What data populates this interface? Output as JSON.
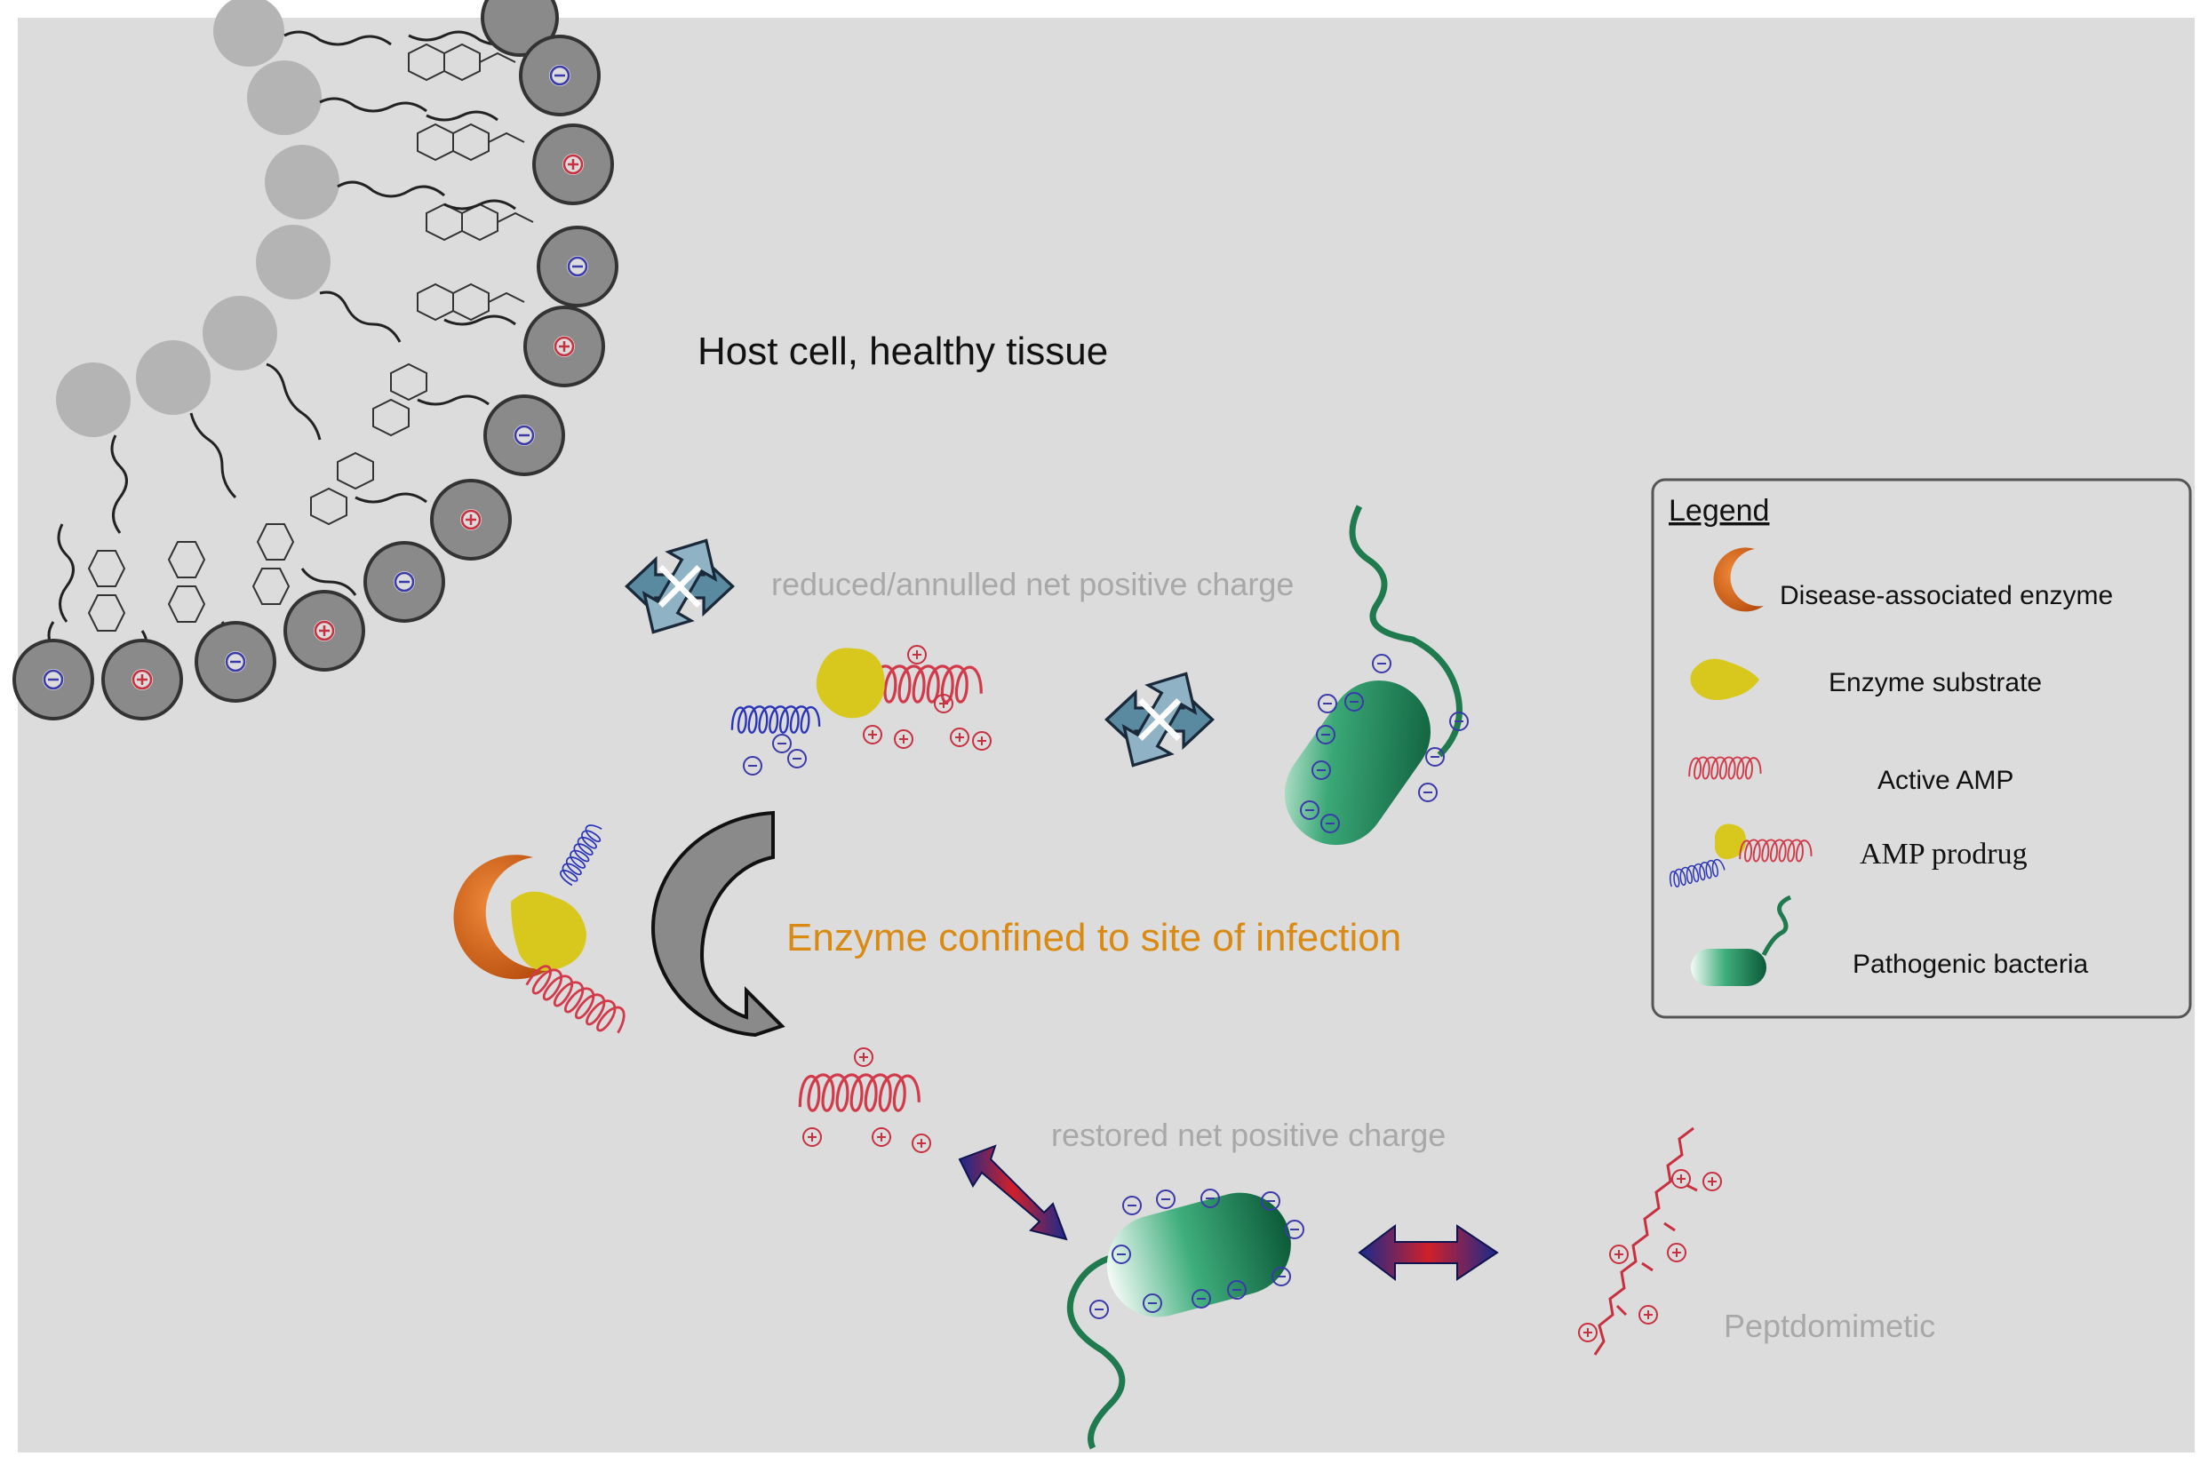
{
  "labels": {
    "host_cell": "Host cell, healthy tissue",
    "reduced_charge": "reduced/annulled net positive charge",
    "enzyme_confined": "Enzyme confined to site of infection",
    "restored_charge": "restored net positive charge",
    "peptidomimetic": "Peptdomimetic"
  },
  "legend": {
    "title": "Legend",
    "items": [
      {
        "label": "Disease-associated enzyme",
        "icon": "enzyme-icon"
      },
      {
        "label": "Enzyme substrate",
        "icon": "substrate-icon"
      },
      {
        "label": "Active AMP",
        "icon": "active-amp-icon"
      },
      {
        "label": "AMP prodrug",
        "icon": "amp-prodrug-icon"
      },
      {
        "label": "Pathogenic bacteria",
        "icon": "bacteria-icon"
      }
    ]
  },
  "colors": {
    "background": "#dcdcdc",
    "enzyme": "#d46a1e",
    "substrate": "#d8c81e",
    "active_amp": "#d23a4a",
    "prodrug_tail": "#2a34b8",
    "bacteria": "#1f8a5a",
    "enzyme_text": "#d98a12",
    "faded_text": "#a8a8a8",
    "legend_border": "#555555"
  }
}
